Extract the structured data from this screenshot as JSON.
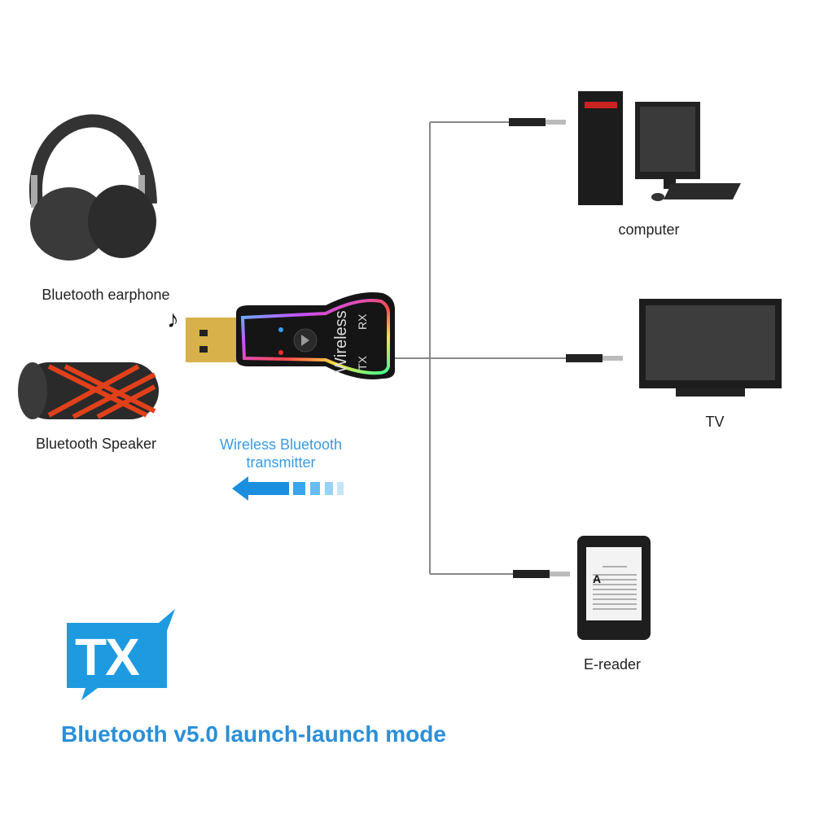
{
  "labels": {
    "earphone": "Bluetooth earphone",
    "speaker": "Bluetooth Speaker",
    "computer": "computer",
    "tv": "TV",
    "ereader": "E-reader"
  },
  "device": {
    "brand_text": "Wireless",
    "tx_text": "TX",
    "rx_text": "RX"
  },
  "transmitter_caption": {
    "line1": "Wireless Bluetooth",
    "line2": "transmitter"
  },
  "logo": {
    "text": "TX"
  },
  "footer": {
    "title": "Bluetooth v5.0 launch-launch mode"
  },
  "colors": {
    "accent": "#2b8fd8",
    "logo_bg": "#1e9be0",
    "device_body": "#1a1a1a"
  }
}
